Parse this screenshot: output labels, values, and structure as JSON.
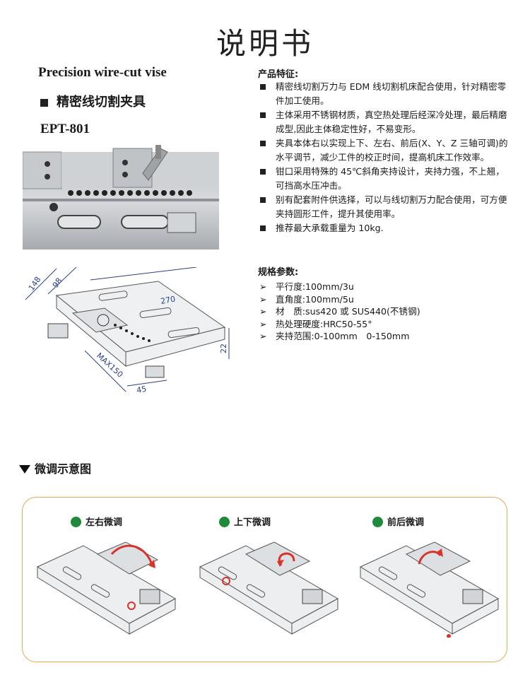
{
  "doc_title": "说明书",
  "product": {
    "name_en": "Precision wire-cut vise",
    "name_cn": "精密线切割夹具",
    "model": "EPT-801"
  },
  "features": {
    "heading": "产品特征:",
    "items": [
      "精密线切割万力与 EDM 线切割机床配合使用，针对精密零件加工使用。",
      "主体采用不锈钢材质，真空热处理后经深冷处理，最后精磨成型,因此主体稳定性好，不易变形。",
      "夹具本体右以实现上下、左右、前后(X、Y、Z 三轴可调)的水平调节，减少工件的校正时间，提高机床工作效率。",
      "钳口采用特殊的 45℃斜角夹持设计，夹持力强，不上翘，可挡高水压冲击。",
      "别有配套附件供选择，可以与线切割万力配合使用，可方便夹持圆形工件，提升其使用率。",
      "推荐最大承载重量为 10kg."
    ]
  },
  "specs": {
    "heading": "规格参数:",
    "items": [
      "平行度:100mm/3u",
      "直角度:100mm/5u",
      "材　质:sus420 或 SUS440(不锈钢)",
      "热处理硬度:HRC50-55°",
      "夹持范围:0-100mm　0-150mm"
    ]
  },
  "drawing": {
    "dims": [
      "148",
      "98",
      "270",
      "22",
      "MAX150",
      "45"
    ]
  },
  "fine_adjust": {
    "heading": "微调示意图",
    "labels": [
      "左右微调",
      "上下微调",
      "前后微调"
    ]
  },
  "colors": {
    "dot_green": "#1e8a3a",
    "panel_border": "#e9a85a",
    "arrow_red": "#d9322b",
    "dim_blue": "#2a3f8f",
    "metal": "#c9ccd0"
  }
}
